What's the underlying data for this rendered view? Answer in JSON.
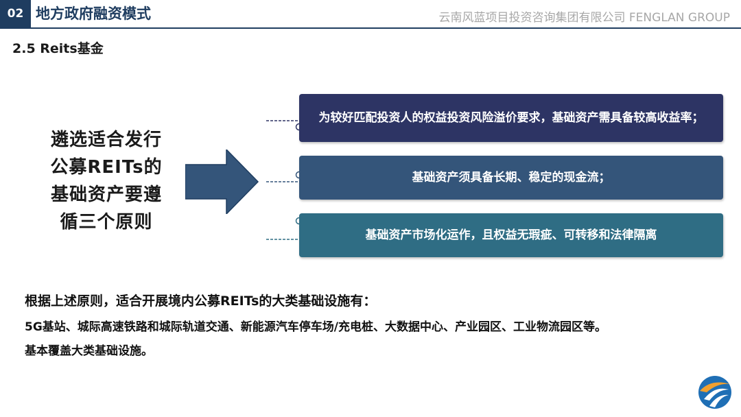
{
  "header": {
    "number": "02",
    "title": "地方政府融资模式",
    "company": "云南风蓝项目投资咨询集团有限公司 FENGLAN GROUP"
  },
  "subtitle": "2.5  Reits基金",
  "left_heading": [
    "遴选适合发行",
    "公募REITs的",
    "基础资产要遵",
    "循三个原则"
  ],
  "principles": [
    {
      "text": "为较好匹配投资人的权益投资风险溢价要求，基础资产需具备较高收益率；",
      "color": "#2d3464"
    },
    {
      "text": "基础资产须具备长期、稳定的现金流；",
      "color": "#34557a"
    },
    {
      "text": "基础资产市场化运作，且权益无瑕疵、可转移和法律隔离",
      "color": "#2f6d84"
    }
  ],
  "paragraphs": [
    "根据上述原则，适合开展境内公募REITs的大类基础设施有：",
    "5G基站、城际高速铁路和城际轨道交通、新能源汽车停车场/充电桩、大数据中心、产业园区、工业物流园区等。",
    "基本覆盖大类基础设施。"
  ],
  "icons": {
    "arrow": "right-arrow-icon",
    "logo": "fenglan-logo-icon"
  },
  "colors": {
    "navy": "#1f3d60",
    "arrow": "#34557a"
  }
}
